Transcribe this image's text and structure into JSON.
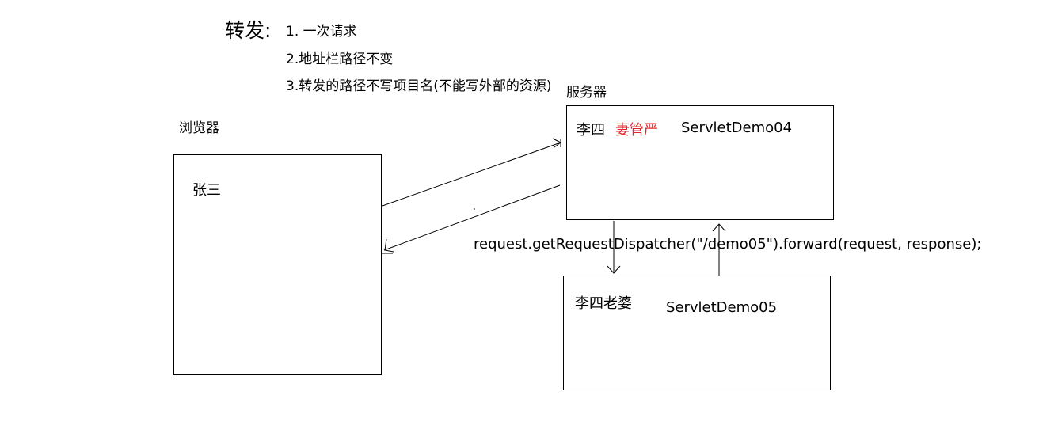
{
  "header": {
    "title": "转发:",
    "notes": [
      "1. 一次请求",
      "2.地址栏路径不变",
      "3.转发的路径不写项目名(不能写外部的资源)"
    ]
  },
  "browser": {
    "label": "浏览器",
    "person": "张三"
  },
  "server": {
    "label": "服务器",
    "servlet04": {
      "person": "李四",
      "tag": "妻管严",
      "name": "ServletDemo04"
    },
    "servlet05": {
      "person": "李四老婆",
      "name": "ServletDemo05"
    }
  },
  "forward_code": "request.getRequestDispatcher(\"/demo05\").forward(request, response);",
  "colors": {
    "ink": "#000000",
    "highlight": "#e0262b"
  }
}
